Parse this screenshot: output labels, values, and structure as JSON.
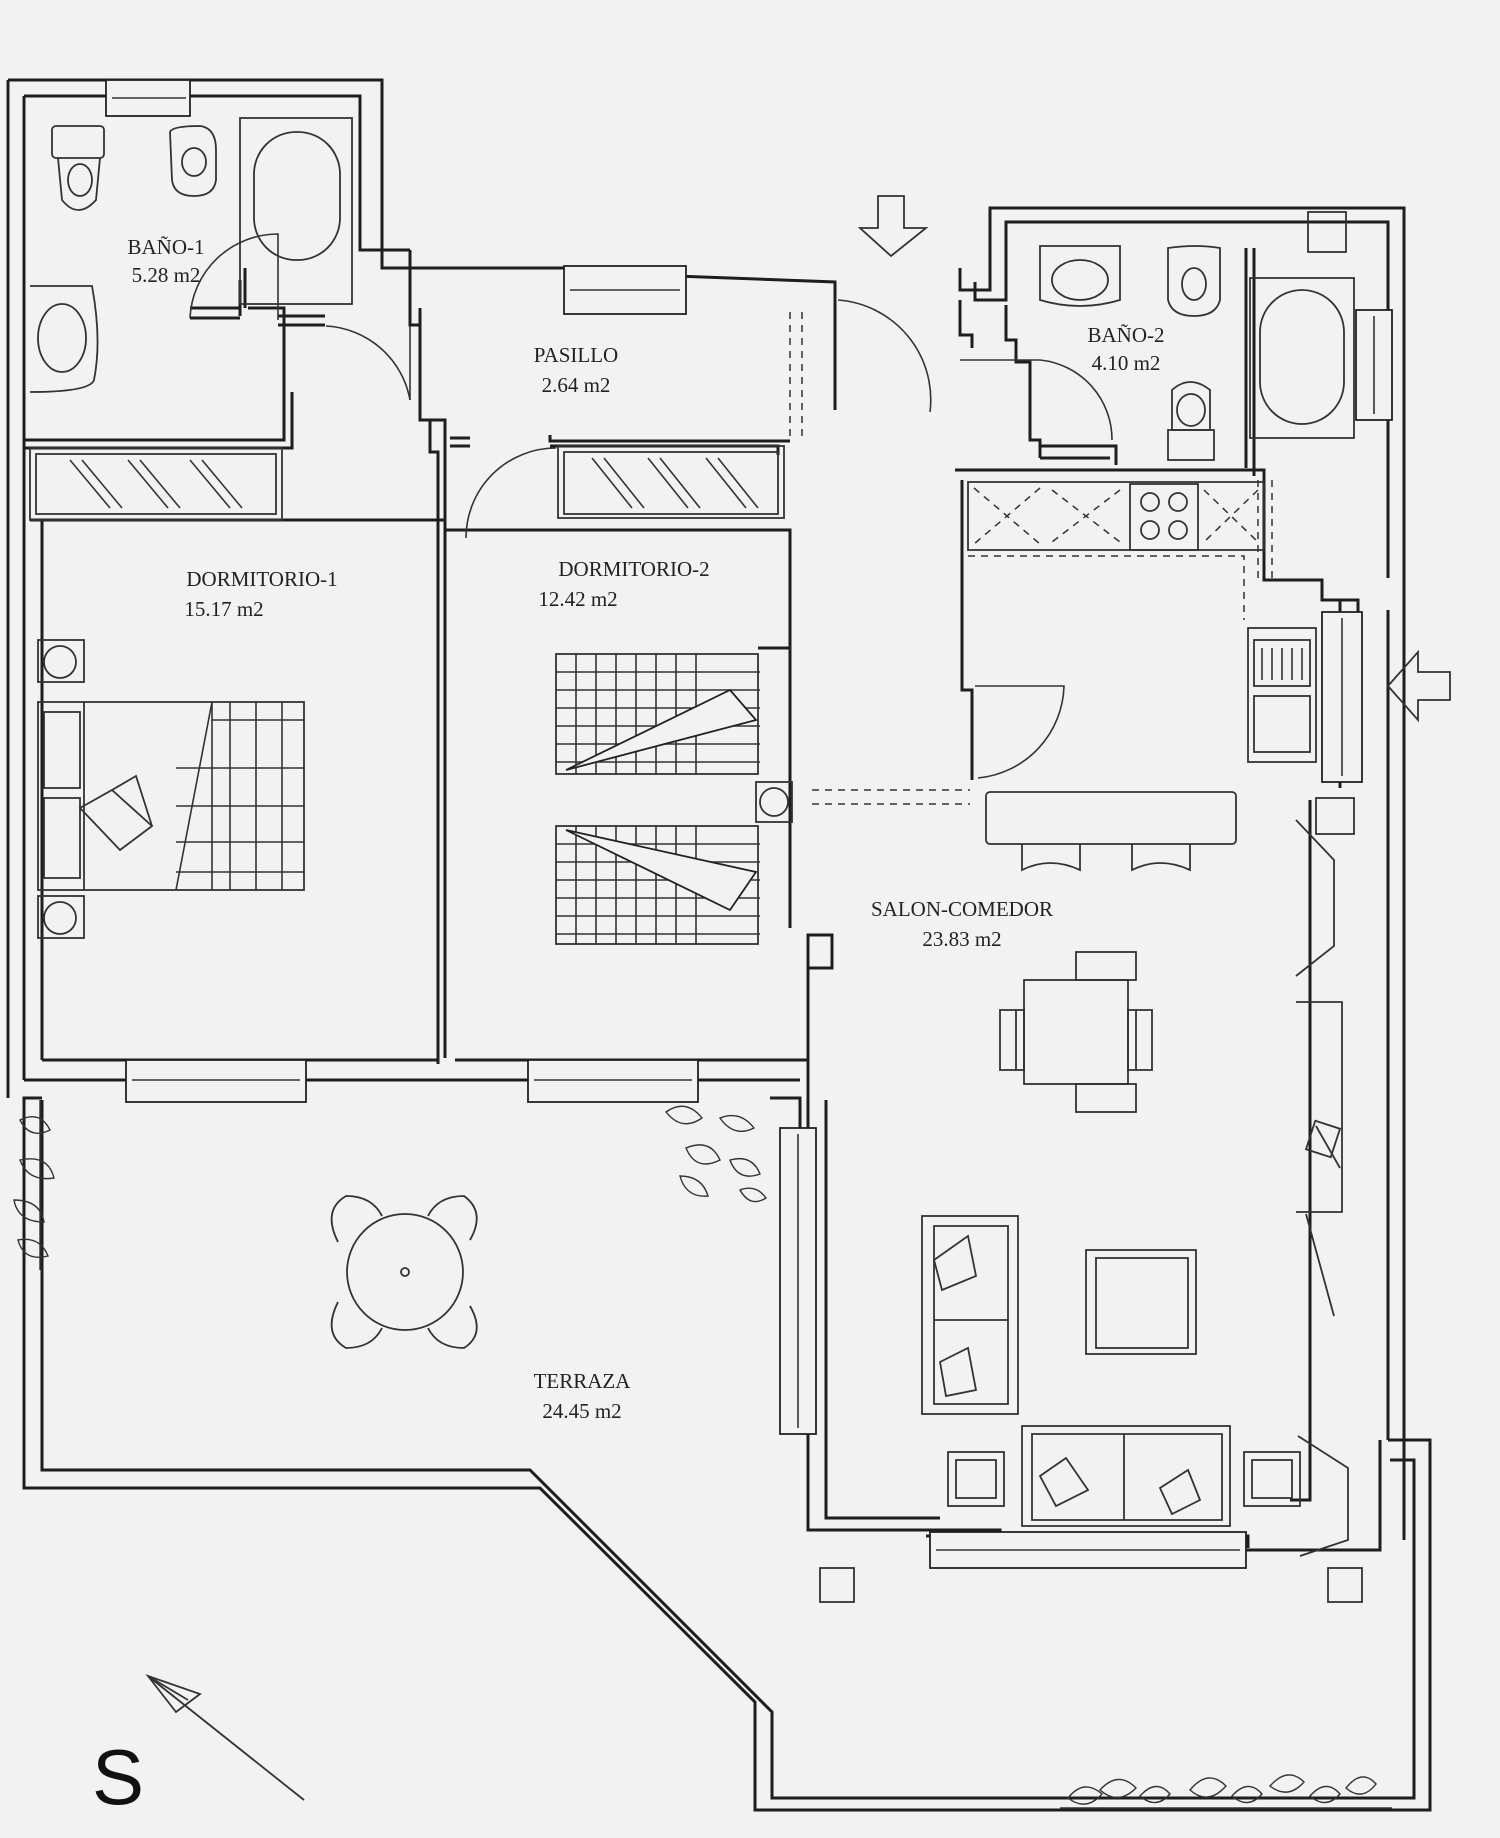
{
  "rooms": {
    "bano1": {
      "name": "BAÑO-1",
      "area": "5.28 m2"
    },
    "pasillo": {
      "name": "PASILLO",
      "area": "2.64 m2"
    },
    "bano2": {
      "name": "BAÑO-2",
      "area": "4.10 m2"
    },
    "dormitorio1": {
      "name": "DORMITORIO-1",
      "area": "15.17 m2"
    },
    "dormitorio2": {
      "name": "DORMITORIO-2",
      "area": "12.42 m2"
    },
    "salon": {
      "name": "SALON-COMEDOR",
      "area": "23.83 m2"
    },
    "terraza": {
      "name": "TERRAZA",
      "area": "24.45 m2"
    }
  },
  "orientation": {
    "letter": "S",
    "icon": "north-arrow-icon"
  },
  "icons": [
    "entrance-arrow-icon",
    "toilet-icon",
    "bidet-icon",
    "bathtub-icon",
    "sink-icon",
    "bed-icon",
    "stove-icon",
    "sofa-icon",
    "table-icon",
    "plant-icon"
  ]
}
